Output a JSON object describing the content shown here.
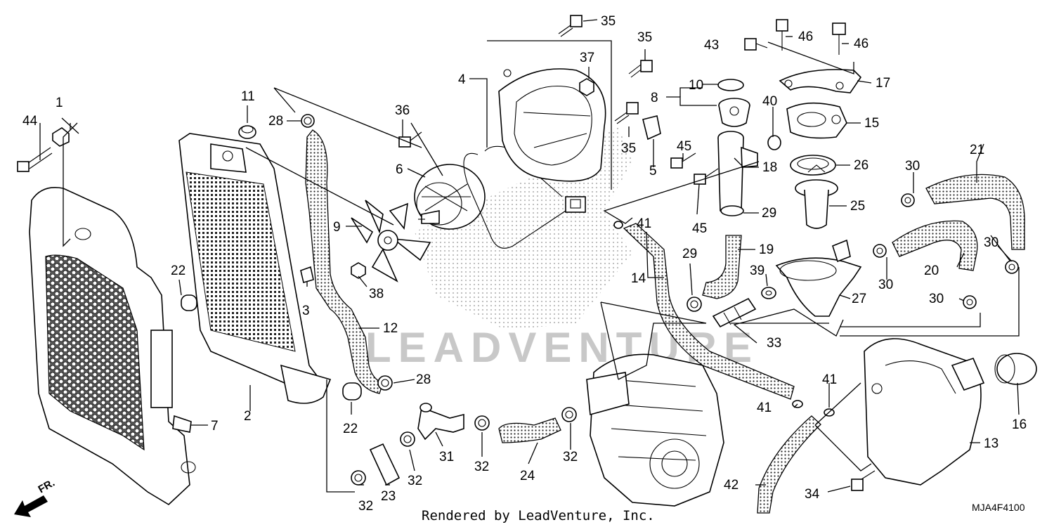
{
  "labels": {
    "p1": "1",
    "p2": "2",
    "p3": "3",
    "p4": "4",
    "p5": "5",
    "p6": "6",
    "p7": "7",
    "p8": "8",
    "p9": "9",
    "p10": "10",
    "p11": "11",
    "p12": "12",
    "p13": "13",
    "p14": "14",
    "p15": "15",
    "p16": "16",
    "p17": "17",
    "p18": "18",
    "p19": "19",
    "p20": "20",
    "p21": "21",
    "p22a": "22",
    "p22b": "22",
    "p23": "23",
    "p24": "24",
    "p25": "25",
    "p26": "26",
    "p27": "27",
    "p28a": "28",
    "p28b": "28",
    "p29a": "29",
    "p29b": "29",
    "p30a": "30",
    "p30b": "30",
    "p30c": "30",
    "p30d": "30",
    "p31": "31",
    "p32a": "32",
    "p32b": "32",
    "p32c": "32",
    "p32d": "32",
    "p33": "33",
    "p34": "34",
    "p35a": "35",
    "p35b": "35",
    "p35c": "35",
    "p36": "36",
    "p37": "37",
    "p38": "38",
    "p39": "39",
    "p40": "40",
    "p41a": "41",
    "p41b": "41",
    "p41c": "41",
    "p42": "42",
    "p43": "43",
    "p44": "44",
    "p45a": "45",
    "p45b": "45",
    "p46a": "46",
    "p46b": "46"
  },
  "direction_label": "FR.",
  "credit": "Rendered by LeadVenture, Inc.",
  "diagram_code": "MJA4F4100",
  "watermark": "LEADVENTURE"
}
